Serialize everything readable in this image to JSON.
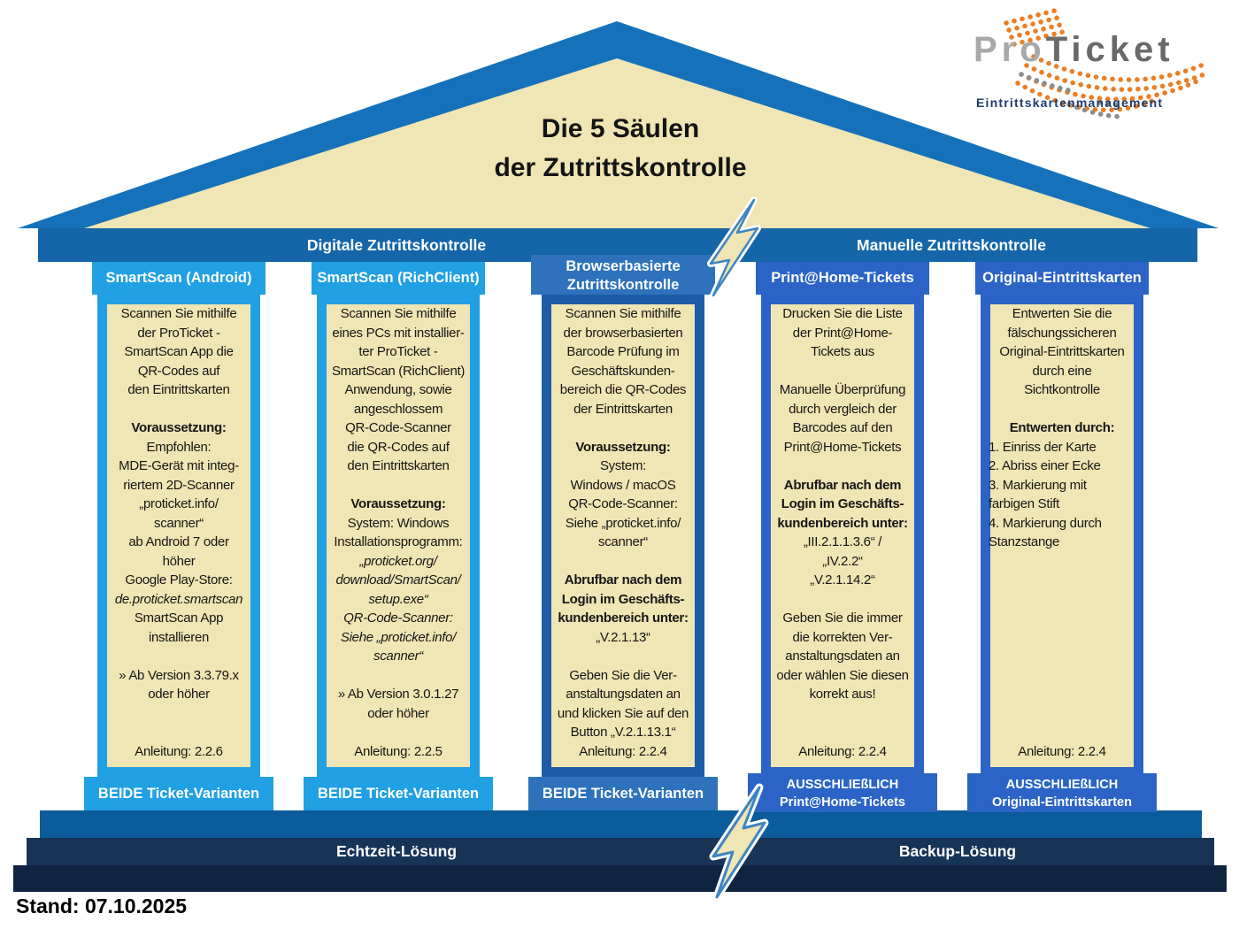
{
  "pediment": {
    "title_line1": "Die 5 Säulen",
    "title_line2": "der Zutrittskontrolle"
  },
  "logo": {
    "pro": "Pro",
    "ticket": "Ticket",
    "subtitle": "Eintrittskartenmanagement"
  },
  "architrave": {
    "left": "Digitale Zutrittskontrolle",
    "right": "Manuelle Zutrittskontrolle"
  },
  "footer": {
    "left": "Echtzeit-Lösung",
    "right": "Backup-Lösung"
  },
  "stand": "Stand: 07.10.2025",
  "colors": {
    "roof_blue": "#1572BA",
    "bar_blue": "#1566A9",
    "light_blue": "#21A0E3",
    "mid_blue": "#2E72BC",
    "mid_border": "#1C5CA6",
    "royal_blue": "#2B64C6",
    "cream": "#F0E5B4",
    "footer_step1": "#0B5C9B",
    "footer_step2": "#173457",
    "footer_step3": "#0E2440",
    "logo_orange": "#E97E26",
    "logo_gray": "#8C8C8C",
    "logo_pro_gray": "#A8A8A8",
    "logo_ticket_gray": "#696969",
    "logo_navy": "#1F3C6E"
  },
  "pillars": [
    {
      "id": "smartscan-android",
      "theme": "light",
      "header": [
        "SmartScan (Android)"
      ],
      "base": [
        "BEIDE Ticket-Varianten"
      ],
      "lines": [
        "Scannen Sie mithilfe",
        "der ProTicket -",
        "SmartScan App die",
        "QR-Codes auf",
        "den Eintrittskarten",
        "",
        {
          "t": "Voraussetzung:",
          "s": "b"
        },
        "Empfohlen:",
        "MDE-Gerät mit integ-",
        "riertem 2D-Scanner",
        "„proticket.info/",
        "scanner“",
        "ab Android 7 oder",
        "höher",
        "Google Play-Store:",
        {
          "t": "de.proticket.smartscan",
          "s": "i"
        },
        "SmartScan App",
        "installieren",
        "",
        "» Ab Version 3.3.79.x",
        "oder höher",
        "",
        "",
        "Anleitung: 2.2.6"
      ]
    },
    {
      "id": "smartscan-richclient",
      "theme": "light",
      "header": [
        "SmartScan (RichClient)"
      ],
      "base": [
        "BEIDE Ticket-Varianten"
      ],
      "lines": [
        "Scannen Sie mithilfe",
        "eines PCs mit installier-",
        "ter ProTicket -",
        "SmartScan (RichClient)",
        "Anwendung, sowie",
        "angeschlossem",
        "QR-Code-Scanner",
        "die QR-Codes auf",
        "den Eintrittskarten",
        "",
        {
          "t": "Voraussetzung:",
          "s": "b"
        },
        "System: Windows",
        "Installationsprogramm:",
        {
          "t": "„proticket.org/",
          "s": "i"
        },
        {
          "t": "download/SmartScan/",
          "s": "i"
        },
        {
          "t": "setup.exe“",
          "s": "i"
        },
        {
          "t": "QR-Code-Scanner:",
          "s": "i"
        },
        {
          "t": "Siehe „proticket.info/",
          "s": "i"
        },
        {
          "t": "scanner“",
          "s": "i"
        },
        "",
        "» Ab Version 3.0.1.27",
        "oder höher",
        "",
        "Anleitung: 2.2.5"
      ]
    },
    {
      "id": "browserbasierte-zutrittskontrolle",
      "theme": "mid",
      "header": [
        "Browserbasierte",
        "Zutrittskontrolle"
      ],
      "base": [
        "BEIDE Ticket-Varianten"
      ],
      "lines": [
        "Scannen Sie mithilfe",
        "der browserbasierten",
        "Barcode Prüfung im",
        "Geschäftskunden-",
        "bereich die QR-Codes",
        "der Eintrittskarten",
        "",
        {
          "t": "Voraussetzung:",
          "s": "b"
        },
        "System:",
        "Windows / macOS",
        "QR-Code-Scanner:",
        "Siehe „proticket.info/",
        "scanner“",
        "",
        {
          "t": "Abrufbar nach dem",
          "s": "b"
        },
        {
          "t": "Login im Geschäfts-",
          "s": "b"
        },
        {
          "t": "kundenbereich unter:",
          "s": "b"
        },
        "„V.2.1.13“",
        "",
        "Geben Sie die Ver-",
        "anstaltungsdaten an",
        "und klicken Sie auf den",
        "Button „V.2.1.13.1“",
        "Anleitung: 2.2.4"
      ]
    },
    {
      "id": "print-at-home-tickets",
      "theme": "royal",
      "header": [
        "Print@Home-Tickets"
      ],
      "base": [
        "AUSSCHLIEßLICH",
        "Print@Home-Tickets"
      ],
      "lines": [
        "Drucken Sie die Liste",
        "der Print@Home-",
        "Tickets aus",
        "",
        "Manuelle Überprüfung",
        "durch vergleich der",
        "Barcodes auf den",
        "Print@Home-Tickets",
        "",
        {
          "t": "Abrufbar nach dem",
          "s": "b"
        },
        {
          "t": "Login im Geschäfts-",
          "s": "b"
        },
        {
          "t": "kundenbereich unter:",
          "s": "b"
        },
        "„III.2.1.1.3.6“ /",
        "„IV.2.2“",
        "„V.2.1.14.2“",
        "",
        "Geben Sie die immer",
        "die korrekten Ver-",
        "anstaltungsdaten an",
        "oder wählen Sie diesen",
        "korrekt aus!",
        "",
        "",
        "Anleitung: 2.2.4"
      ]
    },
    {
      "id": "original-eintrittskarten",
      "theme": "royal",
      "header": [
        "Original-Eintrittskarten"
      ],
      "base": [
        "AUSSCHLIEßLICH",
        "Original-Eintrittskarten"
      ],
      "lines": [
        "Entwerten Sie die",
        "fälschungssicheren",
        "Original-Eintrittskarten",
        "durch eine",
        "Sichtkontrolle",
        "",
        {
          "t": "Entwerten durch:",
          "s": "b"
        },
        {
          "t": "1. Einriss der Karte",
          "a": "l"
        },
        {
          "t": "2. Abriss einer Ecke",
          "a": "l"
        },
        {
          "t": "3. Markierung mit",
          "a": "l"
        },
        {
          "t": "farbigen Stift",
          "a": "l"
        },
        {
          "t": "4. Markierung durch",
          "a": "l"
        },
        {
          "t": "Stanzstange",
          "a": "l"
        },
        "",
        "",
        "",
        "",
        "",
        "",
        "",
        "",
        "",
        "",
        "Anleitung: 2.2.4"
      ]
    }
  ]
}
